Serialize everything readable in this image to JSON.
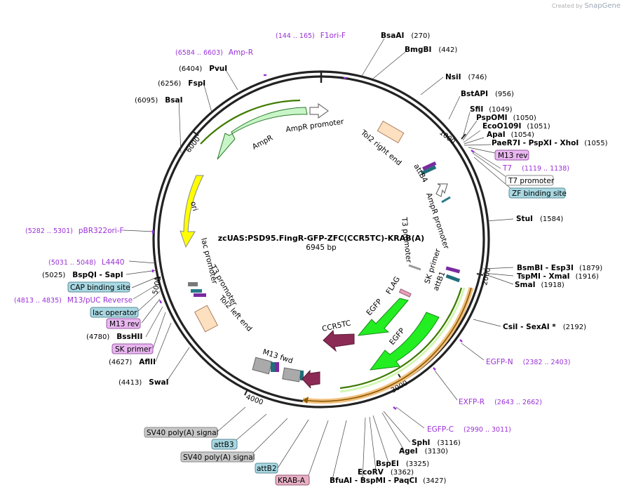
{
  "credit": {
    "prefix": "Created by",
    "brand": "SnapGene"
  },
  "plasmid": {
    "name": "zcUAS:PSD95.FingR-GFP-ZFC(CCR5TC)-KRAB(A)",
    "size": "6945 bp"
  },
  "ticks": [
    "1000",
    "2000",
    "3000",
    "4000",
    "5000",
    "6000"
  ],
  "sites": [
    {
      "name": "BsaAI",
      "pos": "(270)"
    },
    {
      "name": "BmgBI",
      "pos": "(442)"
    },
    {
      "name": "NsiI",
      "pos": "(746)"
    },
    {
      "name": "BstAPI",
      "pos": "(956)"
    },
    {
      "name": "SfiI",
      "pos": "(1049)"
    },
    {
      "name": "PspOMI",
      "pos": "(1050)"
    },
    {
      "name": "EcoO109I",
      "pos": "(1051)"
    },
    {
      "name": "ApaI",
      "pos": "(1054)"
    },
    {
      "name": "PaeR7I - PspXI - XhoI",
      "pos": "(1055)"
    },
    {
      "name": "StuI",
      "pos": "(1584)"
    },
    {
      "name": "BsmBI - Esp3I",
      "pos": "(1879)"
    },
    {
      "name": "TspMI - XmaI",
      "pos": "(1916)"
    },
    {
      "name": "SmaI",
      "pos": "(1918)"
    },
    {
      "name": "CsiI - SexAI *",
      "pos": "(2192)"
    },
    {
      "name": "SphI",
      "pos": "(3116)"
    },
    {
      "name": "AgeI",
      "pos": "(3130)"
    },
    {
      "name": "BspEI",
      "pos": "(3325)"
    },
    {
      "name": "EcoRV",
      "pos": "(3362)"
    },
    {
      "name": "BfuAI - BspMI - PaqCI",
      "pos": "(3427)"
    },
    {
      "name": "SwaI",
      "pos": "(4413)"
    },
    {
      "name": "AflII",
      "pos": "(4627)"
    },
    {
      "name": "BssHII",
      "pos": "(4780)"
    },
    {
      "name": "BspQI - SapI",
      "pos": "(5025)"
    },
    {
      "name": "BsaI",
      "pos": "(6095)"
    },
    {
      "name": "FspI",
      "pos": "(6256)"
    },
    {
      "name": "PvuI",
      "pos": "(6404)"
    }
  ],
  "primers": [
    {
      "name": "F1ori-F",
      "range": "(144 .. 165)"
    },
    {
      "name": "Amp-R",
      "range": "(6584 .. 6603)"
    },
    {
      "name": "T7",
      "range": "(1119 .. 1138)"
    },
    {
      "name": "EGFP-N",
      "range": "(2382 .. 2403)"
    },
    {
      "name": "EXFP-R",
      "range": "(2643 .. 2662)"
    },
    {
      "name": "EGFP-C",
      "range": "(2990 .. 3011)"
    },
    {
      "name": "pBR322ori-F",
      "range": "(5282 .. 5301)"
    },
    {
      "name": "L4440",
      "range": "(5031 .. 5048)"
    },
    {
      "name": "M13/pUC Reverse",
      "range": "(4813 .. 4835)"
    }
  ],
  "boxes": [
    {
      "text": "M13 rev",
      "fill": "#e9b7f0",
      "stroke": "#9a5aa8"
    },
    {
      "text": "T7 promoter",
      "fill": "#ffffff",
      "stroke": "#888888"
    },
    {
      "text": "ZF binding site",
      "fill": "#a8d8e2",
      "stroke": "#5a8a96"
    },
    {
      "text": "CAP binding site",
      "fill": "#a8d8e2",
      "stroke": "#5a8a96"
    },
    {
      "text": "lac operator",
      "fill": "#a8d8e2",
      "stroke": "#5a8a96"
    },
    {
      "text": "M13 rev",
      "fill": "#e9b7f0",
      "stroke": "#9a5aa8"
    },
    {
      "text": "SK primer",
      "fill": "#e9b7f0",
      "stroke": "#9a5aa8"
    },
    {
      "text": "SV40 poly(A) signal",
      "fill": "#c8c8c8",
      "stroke": "#888888"
    },
    {
      "text": "attB3",
      "fill": "#a8d8e2",
      "stroke": "#5a8a96"
    },
    {
      "text": "SV40 poly(A) signal",
      "fill": "#c8c8c8",
      "stroke": "#888888"
    },
    {
      "text": "attB2",
      "fill": "#a8d8e2",
      "stroke": "#5a8a96"
    },
    {
      "text": "KRAB-A",
      "fill": "#e7b0c4",
      "stroke": "#9a5a74"
    }
  ],
  "features": [
    "AmpR",
    "AmpR promoter",
    "ori",
    "lac promoter",
    "T3 promoter",
    "Tol2 left end",
    "Tol2 right end",
    "attB4",
    "AmpR promoter",
    "T3 promoter",
    "SK primer",
    "attB1",
    "FLAG",
    "EGFP",
    "EGFP",
    "CCR5TC",
    "M13 fwd"
  ],
  "colors": {
    "ampr": "#c8f5c8",
    "ori": "#ffff00",
    "egfp": "#22ee22",
    "ccr5tc": "#8b2a55",
    "tol2": "#fce0c0",
    "primer": "#9b30d8"
  }
}
